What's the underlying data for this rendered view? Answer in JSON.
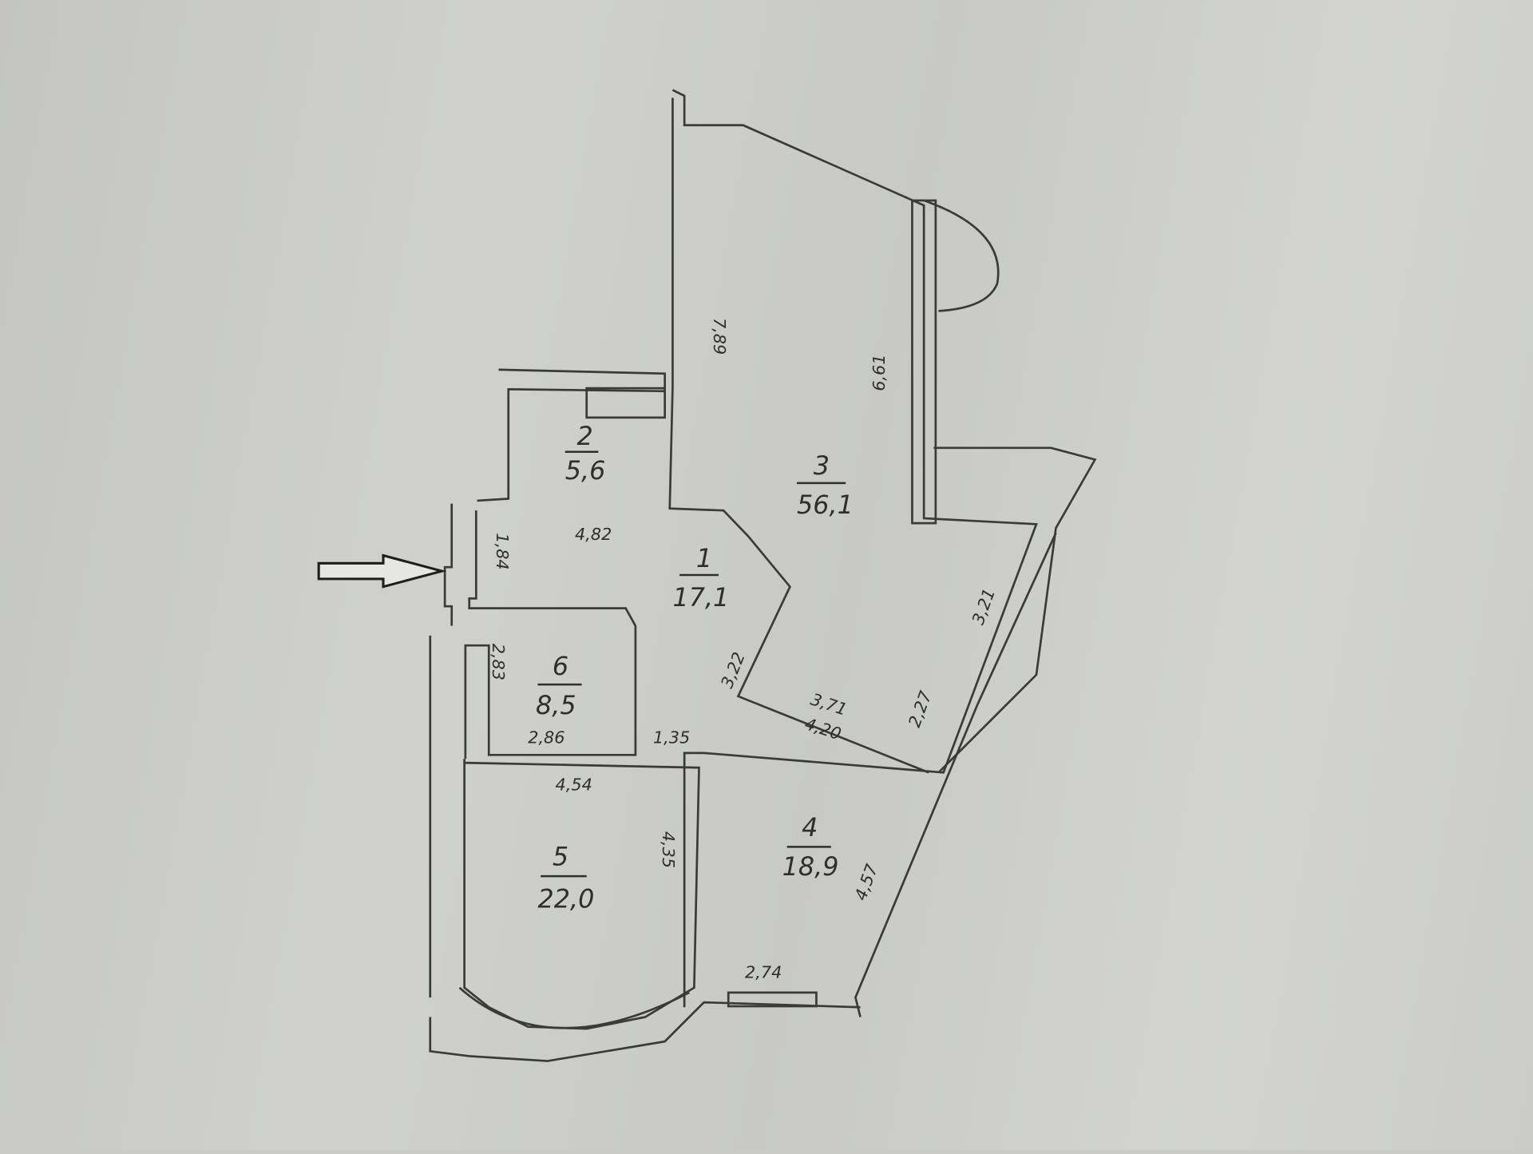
{
  "plan": {
    "entrance_arrow": "arrow-right-icon",
    "rooms": [
      {
        "number": "1",
        "area": "17,1"
      },
      {
        "number": "2",
        "area": "5,6"
      },
      {
        "number": "3",
        "area": "56,1"
      },
      {
        "number": "4",
        "area": "18,9"
      },
      {
        "number": "5",
        "area": "22,0"
      },
      {
        "number": "6",
        "area": "8,5"
      }
    ],
    "dimensions": {
      "room3_left": "7,89",
      "room3_right": "6,61",
      "room3_lower": "3,21",
      "room1_top": "4,82",
      "room1_left": "1,84",
      "room1_diag": "3,22",
      "room6_left": "2,83",
      "room6_bottom": "2,86",
      "corridor": "1,35",
      "wall_top": "3,71",
      "room4_top": "4,20",
      "room4_right": "4,57",
      "room4_bottom": "2,74",
      "room4_window": "2,27",
      "room5_top": "4,54",
      "room5_right": "4,35"
    }
  }
}
